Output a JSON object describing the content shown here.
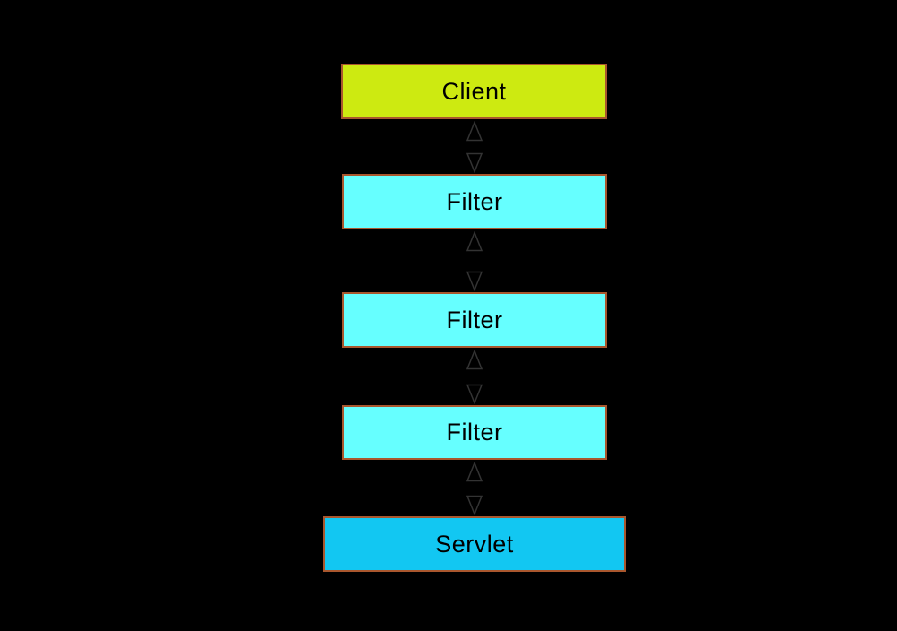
{
  "diagram": {
    "description": "Servlet filter chain diagram",
    "nodes": [
      {
        "id": "client",
        "label": "Client",
        "fill": "#cdea11"
      },
      {
        "id": "filter1",
        "label": "Filter",
        "fill": "#66ffff"
      },
      {
        "id": "filter2",
        "label": "Filter",
        "fill": "#66ffff"
      },
      {
        "id": "filter3",
        "label": "Filter",
        "fill": "#66ffff"
      },
      {
        "id": "servlet",
        "label": "Servlet",
        "fill": "#12c7f2"
      }
    ],
    "colors": {
      "background": "#000000",
      "border": "#a9572e",
      "arrow": "#333333",
      "text": "#000000"
    }
  }
}
